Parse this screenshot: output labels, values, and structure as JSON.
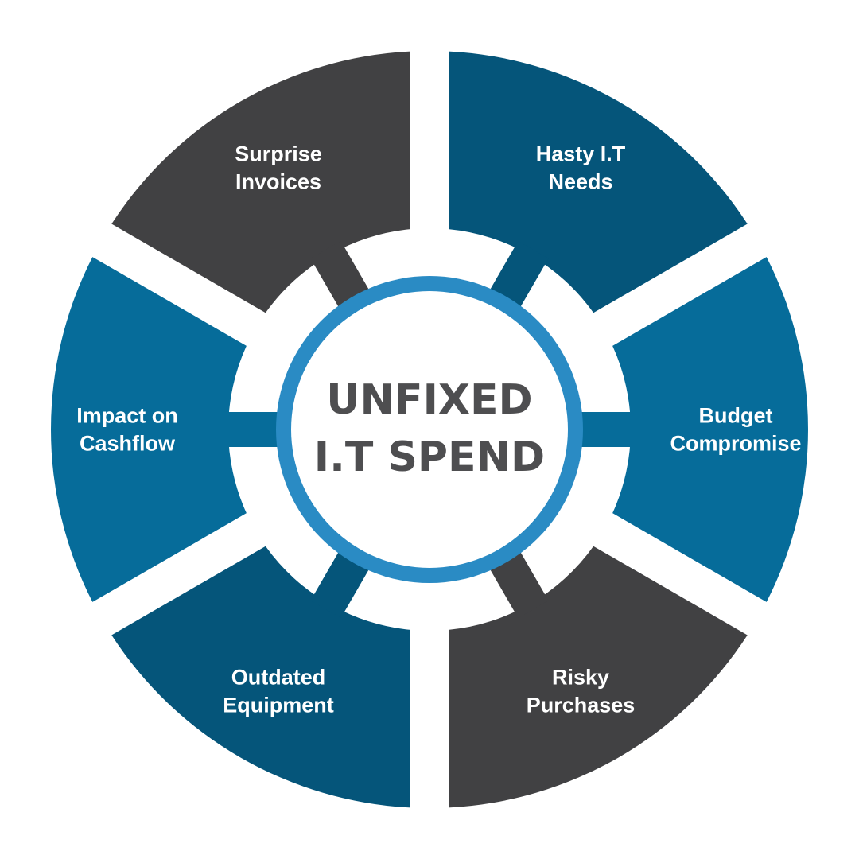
{
  "center": {
    "title_line1": "UNFIXED",
    "title_line2": "I.T SPEND",
    "ring_color": "#2A8BC4",
    "text_color": "#4E4E50"
  },
  "segments": [
    {
      "id": "hasty",
      "lines": [
        "Hasty I.T",
        "Needs"
      ],
      "color": "#05557A"
    },
    {
      "id": "budget",
      "lines": [
        "Budget",
        "Compromise"
      ],
      "color": "#066C9A"
    },
    {
      "id": "risky",
      "lines": [
        "Risky",
        "Purchases"
      ],
      "color": "#414143"
    },
    {
      "id": "outdated",
      "lines": [
        "Outdated",
        "Equipment"
      ],
      "color": "#05557A"
    },
    {
      "id": "cashflow",
      "lines": [
        "Impact on",
        "Cashflow"
      ],
      "color": "#066C9A"
    },
    {
      "id": "surprise",
      "lines": [
        "Surprise",
        "Invoices"
      ],
      "color": "#414143"
    }
  ]
}
